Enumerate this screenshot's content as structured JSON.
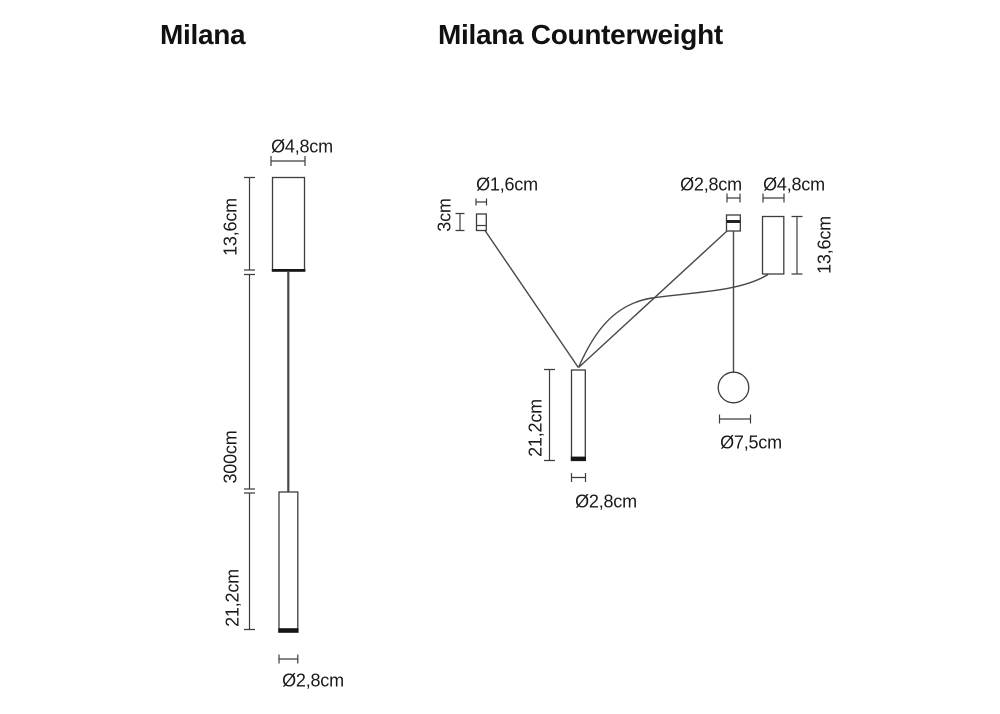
{
  "sheet": {
    "background": "#ffffff",
    "line_color": "#3d3d3d",
    "ink_color": "#151515",
    "text_color": "#1a1a1a"
  },
  "left_diagram": {
    "title": "Milana",
    "labels": {
      "canopy_diameter": "Ø4,8cm",
      "canopy_height": "13,6cm",
      "cable_length": "300cm",
      "tube_height": "21,2cm",
      "tube_diameter": "Ø2,8cm"
    }
  },
  "right_diagram": {
    "title": "Milana Counterweight",
    "labels": {
      "ceiling_bush_diameter": "Ø1,6cm",
      "ceiling_bush_height": "3cm",
      "pulley_diameter": "Ø2,8cm",
      "canopy_diameter": "Ø4,8cm",
      "canopy_height": "13,6cm",
      "tube_height": "21,2cm",
      "tube_diameter": "Ø2,8cm",
      "counterweight_diameter": "Ø7,5cm"
    }
  }
}
